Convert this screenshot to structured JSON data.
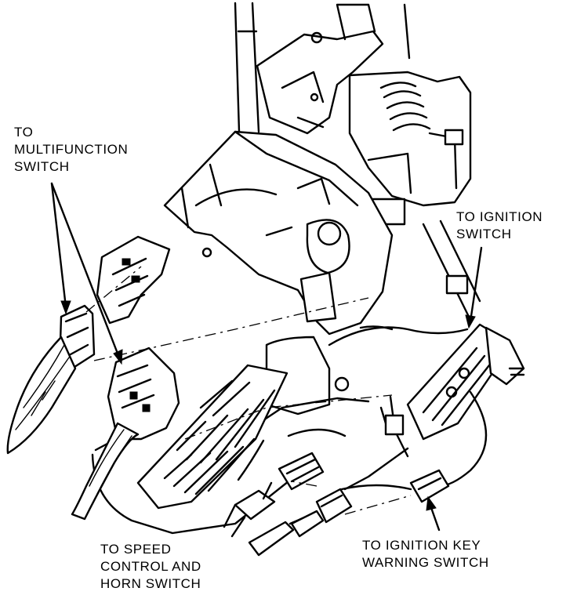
{
  "figure": {
    "callouts": {
      "multifunction": {
        "lines": [
          "TO",
          "MULTIFUNCTION",
          "SWITCH"
        ]
      },
      "ignition": {
        "lines": [
          "TO IGNITION",
          "SWITCH"
        ]
      },
      "speed_control": {
        "lines": [
          "TO SPEED",
          "CONTROL AND",
          "HORN SWITCH"
        ]
      },
      "ignition_key": {
        "lines": [
          "TO IGNITION KEY",
          "WARNING SWITCH"
        ]
      }
    }
  }
}
